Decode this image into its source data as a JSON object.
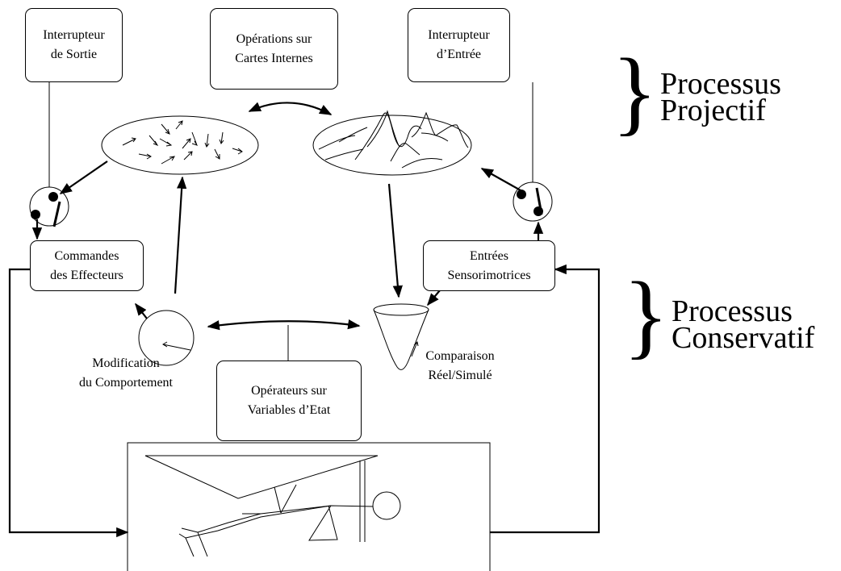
{
  "boxes": {
    "output_switch": "Interrupteur\nde Sortie",
    "internal_maps": "Opérations sur\nCartes Internes",
    "input_switch": "Interrupteur\nd’Entrée",
    "effector_commands": "Commandes\ndes Effecteurs",
    "sensorimotor_inputs": "Entrées\nSensorimotrices",
    "state_operators": "Opérateurs sur\nVariables d’Etat"
  },
  "labels": {
    "behavior_modification": "Modification\ndu Comportement",
    "comparison": "Comparaison\nRéel/Simulé"
  },
  "groups": {
    "projective": "Processus\nProjectif",
    "conservative": "Processus\nConservatif"
  },
  "brace_glyph": "}"
}
